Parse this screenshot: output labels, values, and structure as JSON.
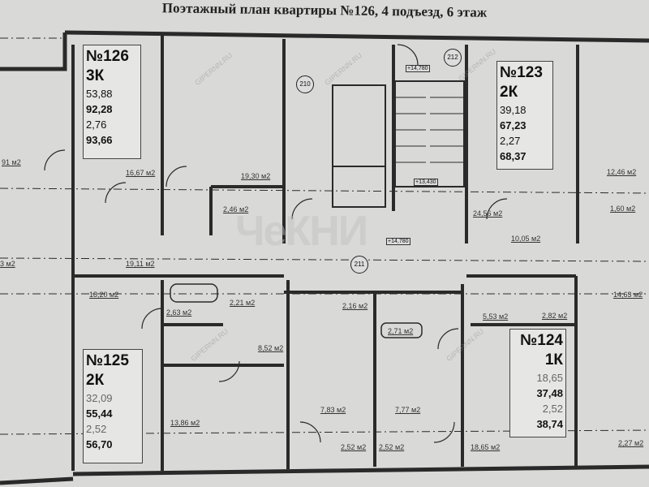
{
  "title": "Поэтажный план квартиры №126, 4 подъезд, 6 этаж",
  "apartments": [
    {
      "number": "№126",
      "rooms": "3К",
      "values": [
        "53,88",
        "92,28",
        "2,76",
        "93,66"
      ]
    },
    {
      "number": "№123",
      "rooms": "2К",
      "values": [
        "39,18",
        "67,23",
        "2,27",
        "68,37"
      ]
    },
    {
      "number": "№125",
      "rooms": "2К",
      "values": [
        "32,09",
        "55,44",
        "2,52",
        "56,70"
      ]
    },
    {
      "number": "№124",
      "rooms": "1К",
      "values": [
        "18,65",
        "37,48",
        "2,52",
        "38,74"
      ]
    }
  ],
  "room_areas": [
    "91 м2",
    "16,67 м2",
    "19,30 м2",
    "2,46 м2",
    "24,56 м2",
    "10,05 м2",
    "12,46 м2",
    "1,60 м2",
    "19,11 м2",
    "18,20 м2",
    "2,63 м2",
    "2,21 м2",
    "2,16 м2",
    "5,53 м2",
    "2,82 м2",
    "14,63 м2",
    "8,52 м2",
    "2,71 м2",
    "7,83 м2",
    "7,77 м2",
    "13,86 м2",
    "2,52 м2",
    "2,52 м2",
    "18,65 м2",
    "2,27 м2",
    "3 м2"
  ],
  "axis_markers": [
    "210",
    "211",
    "212"
  ],
  "level_marks": [
    "+14,780",
    "+13,430",
    "+14,780"
  ],
  "watermark": "GIPERNN.RU",
  "logo": "ЧеКНИ"
}
